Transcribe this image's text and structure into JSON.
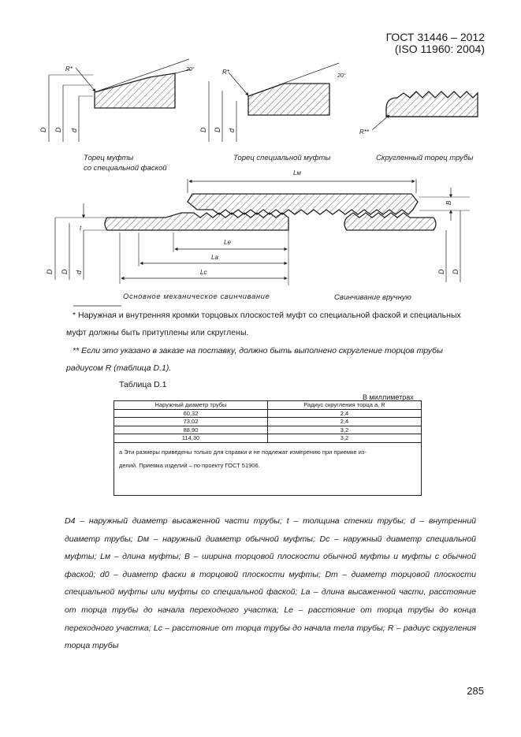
{
  "header": {
    "line1": "ГОСТ 31446 – 2012",
    "line2": "(ISO 11960: 2004)"
  },
  "figure": {
    "captions": {
      "special_bevel_end_1": "Торец муфты",
      "special_bevel_end_2": "со специальной фаской",
      "special_coupling_end": "Торец специальной муфты",
      "rounded_pipe_end": "Скругленный торец трубы",
      "mechanical_makeup": "Основное механическое свинчивание",
      "hand_makeup": "Свинчивание вручную"
    },
    "labels": {
      "r_star": "R*",
      "r_double_star": "R**",
      "angle": "20°",
      "lm": "Lм",
      "la": "La",
      "le": "Le",
      "lc": "Lc",
      "b": "B"
    }
  },
  "notes": {
    "note1": "* Наружная и внутренняя кромки торцовых плоскостей муфт со специальной фаской и специальных муфт должны быть притуплены или скруглены.",
    "note2": "** Если это указано в заказе на поставку, должно быть выполнено скругление торцов трубы радиусом R (таблица D.1)."
  },
  "table": {
    "title": "Таблица D.1",
    "units": "В миллиметрах",
    "headers": [
      "Наружный диаметр трубы",
      "Радиус скругления торца a, R"
    ],
    "rows": [
      [
        "60,32",
        "2,4"
      ],
      [
        "73,02",
        "2,4"
      ],
      [
        "88,90",
        "3,2"
      ],
      [
        "114,30",
        "3,2"
      ]
    ],
    "footnote_1": "a Эти размеры приведены только для справки и не подлежат измерению при приемке из-",
    "footnote_2": "делий. Приемка изделий – по проекту ГОСТ 51906."
  },
  "legend": "D4 – наружный диаметр высаженной части трубы; t – толщина стенки трубы; d – внутренний диаметр трубы; Dм – наружный диаметр обычной муфты; Dс – наружный диаметр специальной муфты; Lм – длина муфты; B – ширина торцовой плоскости обычной муфты и муфты с обычной фаской; d0 – диаметр фаски в торцовой плоскости муфты; Dт – диаметр торцовой плоскости специальной муфты или муфты со специальной фаской; La – длина высаженной части, расстояние от торца трубы до начала переходного участка; Le – расстояние от торца трубы до конца переходного участка; Lc – расстояние от торца трубы до начала тела трубы; R – радиус скругления торца трубы",
  "page_number": "285"
}
